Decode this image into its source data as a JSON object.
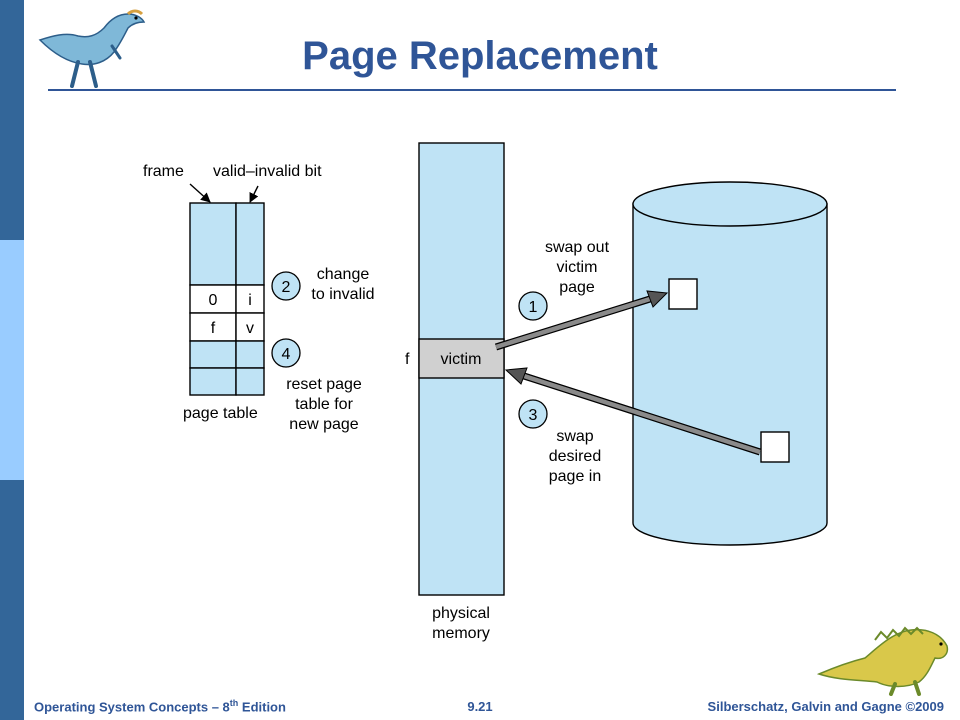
{
  "slide": {
    "title": "Page Replacement",
    "page_number": "9.21"
  },
  "footer": {
    "left_prefix": "Operating System Concepts – 8",
    "left_superscript": "th",
    "left_suffix": " Edition",
    "right": "Silberschatz, Galvin and Gagne ©2009"
  },
  "diagram": {
    "labels": {
      "frame": "frame",
      "valid_invalid_bit": "valid–invalid bit",
      "page_table": "page table",
      "physical_memory_line1": "physical",
      "physical_memory_line2": "memory",
      "frame_f": "f",
      "victim": "victim"
    },
    "page_table_rows": [
      {
        "frame": "0",
        "bit": "i"
      },
      {
        "frame": "f",
        "bit": "v"
      }
    ],
    "steps": [
      {
        "number": "1",
        "lines": [
          "swap out",
          "victim",
          "page"
        ]
      },
      {
        "number": "2",
        "lines": [
          "change",
          "to invalid"
        ]
      },
      {
        "number": "3",
        "lines": [
          "swap",
          "desired",
          "page in"
        ]
      },
      {
        "number": "4",
        "lines": [
          "reset page",
          "table for",
          "new page"
        ]
      }
    ]
  },
  "colors": {
    "title": "#2f5597",
    "sidebar_dark": "#336699",
    "sidebar_light": "#99ccff",
    "fill_light_blue": "#bfe3f5",
    "victim_gray": "#d0d0d0"
  }
}
